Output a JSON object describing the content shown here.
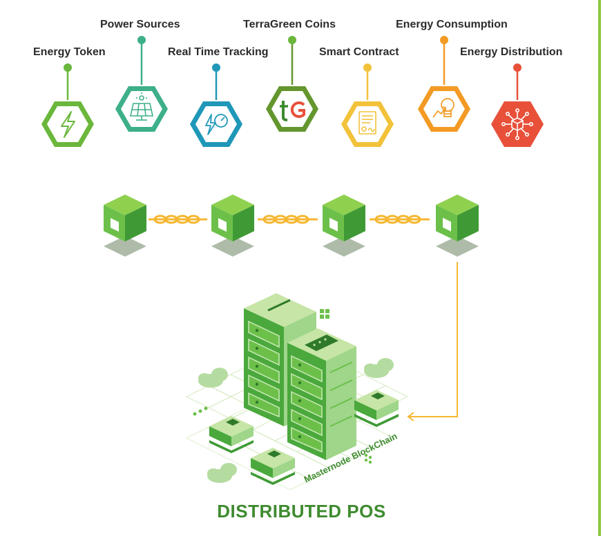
{
  "icons": [
    {
      "label": "Energy Token",
      "color": "#6ab73c",
      "icon": "lightning-icon"
    },
    {
      "label": "Power Sources",
      "color": "#3daf8a",
      "icon": "solar-panel-icon"
    },
    {
      "label": "Real Time Tracking",
      "color": "#1f97b8",
      "icon": "gauge-icon"
    },
    {
      "label": "TerraGreen Coins",
      "color": "#64962e",
      "icon": "tg-logo-icon"
    },
    {
      "label": "Smart Contract",
      "color": "#f2c23a",
      "icon": "contract-icon"
    },
    {
      "label": "Energy Consumption",
      "color": "#f39a24",
      "icon": "lightbulb-icon"
    },
    {
      "label": "Energy Distribution",
      "color": "#e8503a",
      "icon": "distribution-icon"
    }
  ],
  "server_label": "Masternode BlockChain",
  "title": "DISTRIBUTED POS",
  "colors": {
    "block_green": "#4caf3c",
    "chain_orange": "#f5b731",
    "arrow_orange": "#f5b731",
    "title_green": "#3e8b2f"
  }
}
